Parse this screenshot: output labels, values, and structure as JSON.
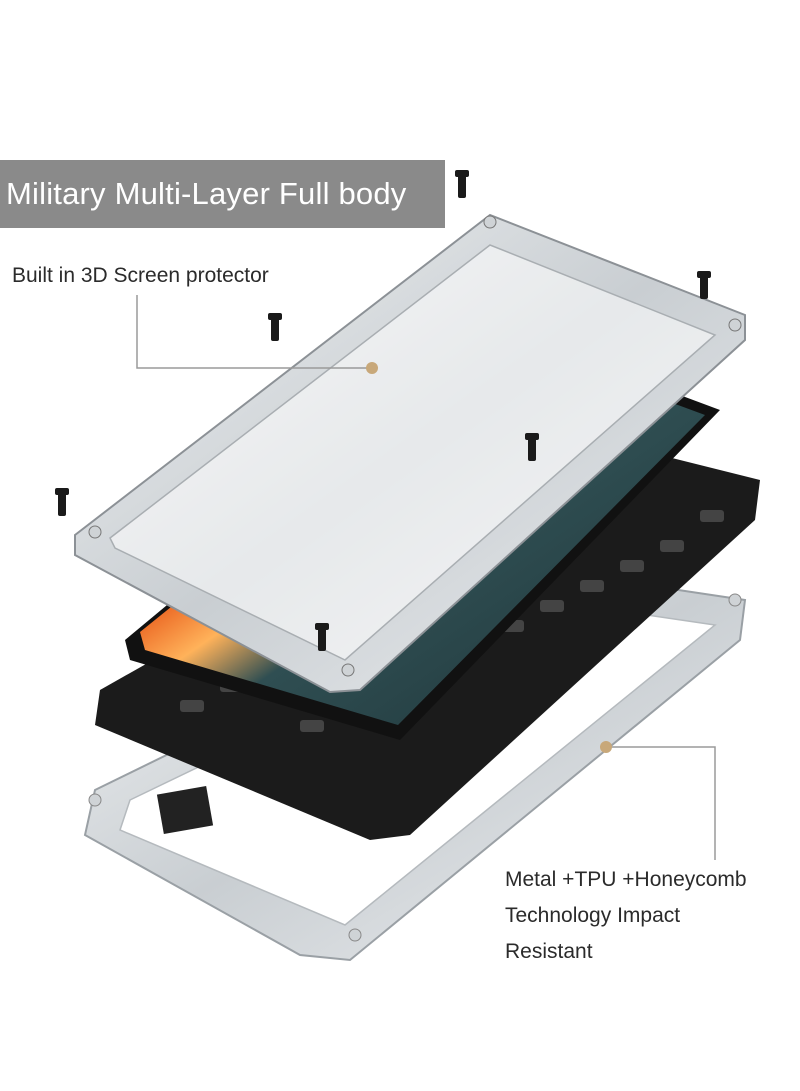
{
  "banner": {
    "title": "Military Multi-Layer Full body"
  },
  "callouts": {
    "screen_protector": "Built in 3D Screen protector",
    "material_line1": "Metal +TPU +Honeycomb",
    "material_line2": "Technology Impact",
    "material_line3": "Resistant"
  },
  "colors": {
    "banner_bg": "#8a8a8a",
    "metal": "#d9dde0",
    "inner_case": "#1b1b1b",
    "callout_dot": "#c8a87a",
    "leader_line": "#9a9a9a"
  }
}
